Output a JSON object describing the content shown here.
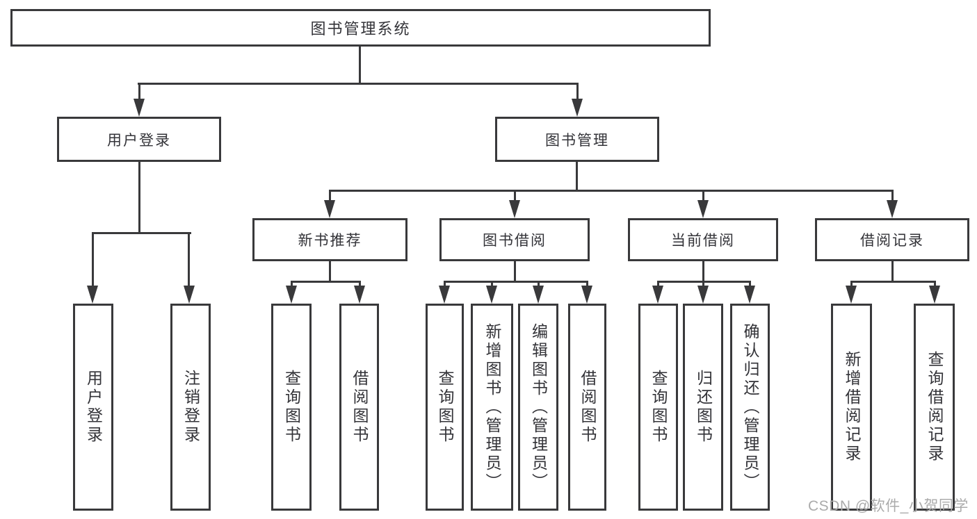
{
  "root": {
    "label": "图书管理系统"
  },
  "user_login": {
    "label": "用户登录",
    "children": [
      {
        "label": "用户登录"
      },
      {
        "label": "注销登录"
      }
    ]
  },
  "book_mgmt": {
    "label": "图书管理",
    "new_book": {
      "label": "新书推荐",
      "children": [
        {
          "label": "查询图书"
        },
        {
          "label": "借阅图书"
        }
      ]
    },
    "book_borrow": {
      "label": "图书借阅",
      "children": [
        {
          "label": "查询图书"
        },
        {
          "label": "新增图书（管理员）"
        },
        {
          "label": "编辑图书（管理员）"
        },
        {
          "label": "借阅图书"
        }
      ]
    },
    "current_borrow": {
      "label": "当前借阅",
      "children": [
        {
          "label": "查询图书"
        },
        {
          "label": "归还图书"
        },
        {
          "label": "确认归还（管理员）"
        }
      ]
    },
    "borrow_record": {
      "label": "借阅记录",
      "children": [
        {
          "label": "新增借阅记录"
        },
        {
          "label": "查询借阅记录"
        }
      ]
    }
  },
  "watermark": "CSDN @软件_小贺同学",
  "colors": {
    "line": "#39393b",
    "text": "#333338",
    "watermark": "#ababab",
    "background": "#ffffff"
  }
}
